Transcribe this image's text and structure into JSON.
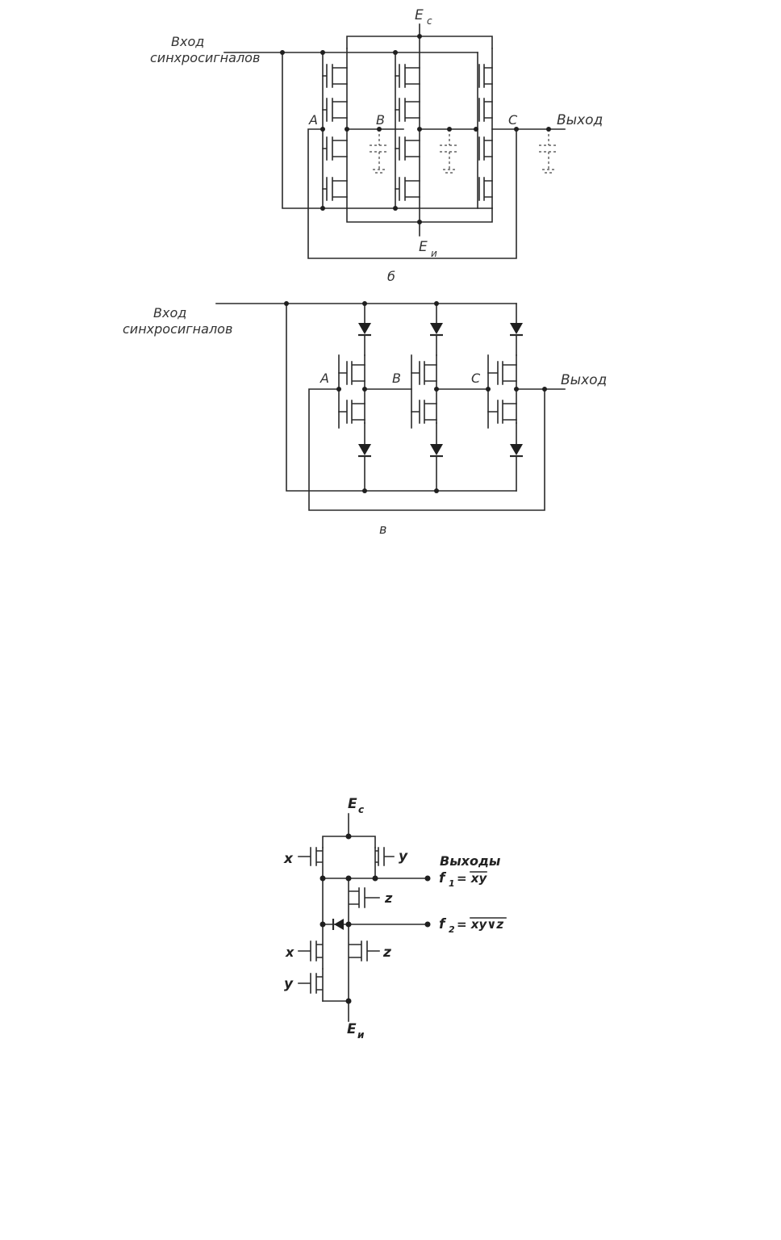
{
  "diagram_b": {
    "input_label_line1": "Вход",
    "input_label_line2": "синхросигналов",
    "supply_top": "E",
    "supply_top_sub": "c",
    "supply_bottom": "E",
    "supply_bottom_sub": "и",
    "node_a": "A",
    "node_b": "B",
    "node_c": "C",
    "output_label": "Выход",
    "caption": "б"
  },
  "diagram_v": {
    "input_label_line1": "Вход",
    "input_label_line2": "синхросигналов",
    "node_a": "A",
    "node_b": "B",
    "node_c": "C",
    "output_label": "Выход",
    "caption": "в"
  },
  "diagram_logic": {
    "supply_top": "E",
    "supply_top_sub": "c",
    "supply_bottom": "E",
    "supply_bottom_sub": "и",
    "input_x1": "x",
    "input_y1": "y",
    "input_z1": "z",
    "input_x2": "x",
    "input_z2": "z",
    "input_y2": "y",
    "outputs_label": "Выходы",
    "f1_label": "f",
    "f1_sub": "1",
    "f1_expr": "= xy",
    "f2_label": "f",
    "f2_sub": "2",
    "f2_expr": "= xy∨z"
  }
}
